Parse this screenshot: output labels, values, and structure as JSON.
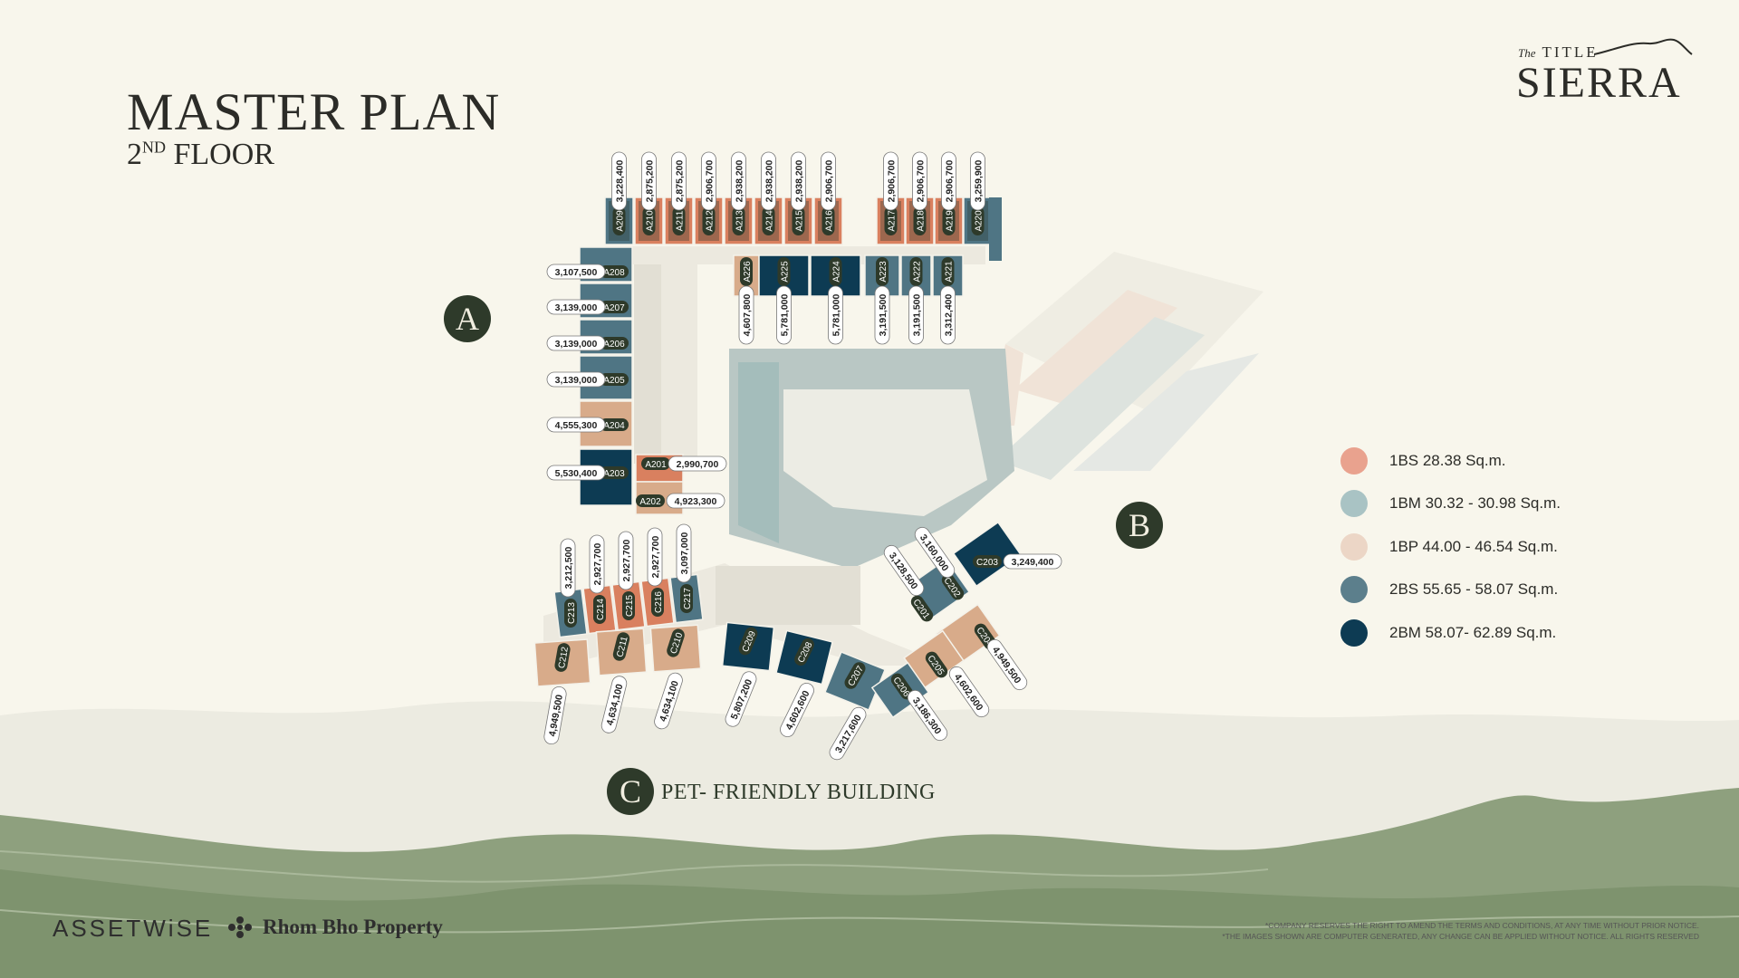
{
  "header": {
    "title": "MASTER PLAN",
    "floor_prefix": "2",
    "floor_sup": "ND",
    "floor_suffix": " FLOOR"
  },
  "logo": {
    "small": "TITLE",
    "big": "SIERRA",
    "script": "The"
  },
  "buildings": {
    "a": "A",
    "b": "B",
    "c": "C",
    "c_caption": "PET- FRIENDLY BUILDING"
  },
  "legend": [
    {
      "label": "1BS  28.38 Sq.m.",
      "color": "#e9a28e"
    },
    {
      "label": "1BM  30.32 - 30.98 Sq.m.",
      "color": "#a9c3c4"
    },
    {
      "label": "1BP  44.00 - 46.54 Sq.m.",
      "color": "#ecd6c6"
    },
    {
      "label": "2BS  55.65 - 58.07 Sq.m.",
      "color": "#5c7f8c"
    },
    {
      "label": "2BM  58.07- 62.89 Sq.m.",
      "color": "#0d3b53"
    }
  ],
  "colors": {
    "bs1": "#d9805f",
    "bm1": "#8fb0b1",
    "bp1": "#d8ab8a",
    "bs2": "#4f7584",
    "bm2": "#0d3b53",
    "dark": "#2e3a2a"
  },
  "units_top": [
    {
      "id": "A209",
      "price": "3,228,400"
    },
    {
      "id": "A210",
      "price": "2,875,200"
    },
    {
      "id": "A211",
      "price": "2,875,200"
    },
    {
      "id": "A212",
      "price": "2,906,700"
    },
    {
      "id": "A213",
      "price": "2,938,200"
    },
    {
      "id": "A214",
      "price": "2,938,200"
    },
    {
      "id": "A215",
      "price": "2,938,200"
    },
    {
      "id": "A216",
      "price": "2,906,700"
    },
    {
      "id": "A217",
      "price": "2,906,700"
    },
    {
      "id": "A218",
      "price": "2,906,700"
    },
    {
      "id": "A219",
      "price": "2,906,700"
    },
    {
      "id": "A220",
      "price": "3,259,900"
    }
  ],
  "units_inner": [
    {
      "id": "A226",
      "price": "4,607,800"
    },
    {
      "id": "A225",
      "price": "5,781,000"
    },
    {
      "id": "A224",
      "price": "5,781,000"
    },
    {
      "id": "A223",
      "price": "3,191,500"
    },
    {
      "id": "A222",
      "price": "3,191,500"
    },
    {
      "id": "A221",
      "price": "3,312,400"
    }
  ],
  "units_left": [
    {
      "id": "A208",
      "price": "3,107,500"
    },
    {
      "id": "A207",
      "price": "3,139,000"
    },
    {
      "id": "A206",
      "price": "3,139,000"
    },
    {
      "id": "A205",
      "price": "3,139,000"
    },
    {
      "id": "A204",
      "price": "4,555,300"
    },
    {
      "id": "A203",
      "price": "5,530,400"
    }
  ],
  "units_mid": [
    {
      "id": "A201",
      "price": "2,990,700"
    },
    {
      "id": "A202",
      "price": "4,923,300"
    }
  ],
  "units_c_top": [
    {
      "id": "C213",
      "price": "3,212,500"
    },
    {
      "id": "C214",
      "price": "2,927,700"
    },
    {
      "id": "C215",
      "price": "2,927,700"
    },
    {
      "id": "C216",
      "price": "2,927,700"
    },
    {
      "id": "C217",
      "price": "3,097,000"
    }
  ],
  "units_c_bottom": [
    {
      "id": "C212",
      "price": "4,949,500"
    },
    {
      "id": "C211",
      "price": "4,634,100"
    },
    {
      "id": "C210",
      "price": "4,634,100"
    },
    {
      "id": "C209",
      "price": "5,807,200"
    },
    {
      "id": "C208",
      "price": "4,602,600"
    },
    {
      "id": "C207",
      "price": "3,217,600"
    }
  ],
  "units_c_right": [
    {
      "id": "C203",
      "price": "3,249,400"
    },
    {
      "id": "C202",
      "price": "3,160,000"
    },
    {
      "id": "C201",
      "price": "3,128,500"
    },
    {
      "id": "C204",
      "price": "4,949,500"
    },
    {
      "id": "C205",
      "price": "4,602,600"
    },
    {
      "id": "C206",
      "price": "3,186,300"
    }
  ],
  "footer": {
    "assetwise": "ASSETWiSE",
    "rhombho": "Rhom Bho Property",
    "disclaimer1": "*COMPANY RESERVES THE RIGHT TO AMEND THE TERMS AND CONDITIONS, AT ANY TIME WITHOUT PRIOR NOTICE.",
    "disclaimer2": "*THE IMAGES SHOWN ARE COMPUTER GENERATED, ANY CHANGE CAN BE APPLIED WITHOUT NOTICE. ALL RIGHTS RESERVED"
  }
}
